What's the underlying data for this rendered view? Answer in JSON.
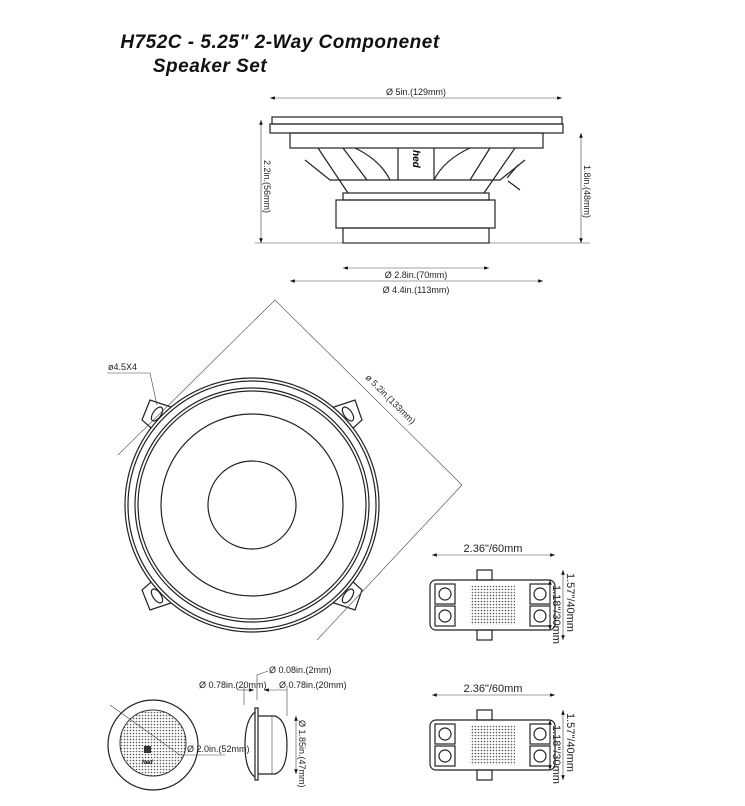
{
  "title": {
    "line1": "H752C - 5.25\" 2-Way Componenet",
    "line2": "Speaker Set"
  },
  "woofer_side": {
    "outer_diameter": "Ø 5in.(129mm)",
    "total_depth": "2.2in.(56mm)",
    "mount_depth": "1.8in.(48mm)",
    "magnet_diameter": "Ø 2.8in.(70mm)",
    "cutout_diameter": "Ø 4.4in.(113mm)",
    "logo": "hed"
  },
  "woofer_front": {
    "hole_label": "ø4.5X4",
    "bolt_circle": "ø 5.2in.(133mm)"
  },
  "crossover_top": {
    "width": "2.36\"/60mm",
    "body_height": "1.18\"/30mm",
    "total_height": "1.57\"/40mm"
  },
  "crossover_bottom": {
    "width": "2.36\"/60mm",
    "body_height": "1.18\"/30mm",
    "total_height": "1.57\"/40mm"
  },
  "tweeter": {
    "front_diameter": "Ø 2.0in.(52mm)",
    "flange_thickness": "Ø 0.08in.(2mm)",
    "grille_depth": "Ø 0.78in.(20mm)",
    "body_depth": "Ø 0.78in.(20mm)",
    "body_diameter": "Ø 1.85in.(47mm)",
    "logo": "hed"
  }
}
